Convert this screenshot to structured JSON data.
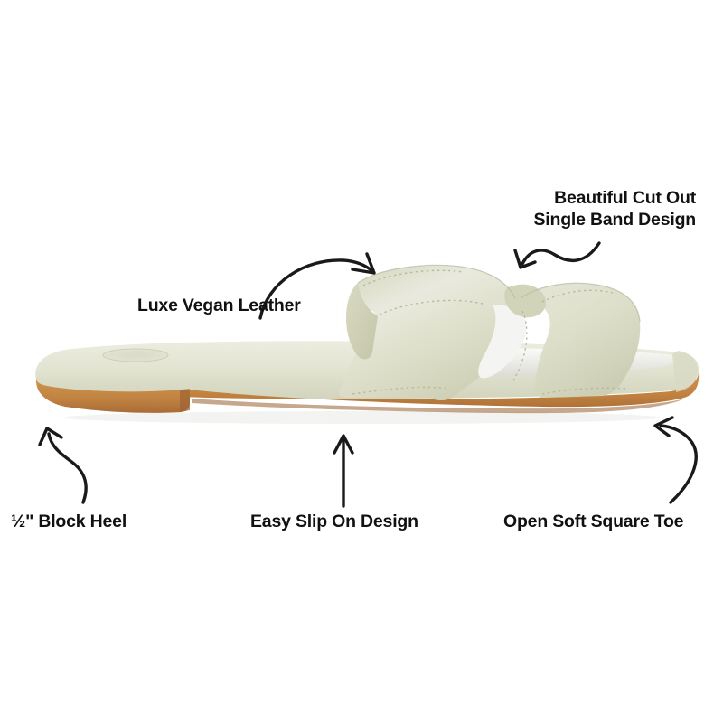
{
  "image": {
    "subject": "sage-green-slide-sandal",
    "view": "side-profile-right-facing",
    "background_color": "#ffffff"
  },
  "colors": {
    "background": "#ffffff",
    "upper_band": "#dfe0cd",
    "upper_band_shade": "#c9cbb2",
    "upper_band_highlight": "#ecede0",
    "footbed": "#e0e0cf",
    "footbed_inner": "#f2f2ef",
    "outsole_tan": "#c8884f",
    "outsole_tan_dark": "#a96d3b",
    "stitching": "#b9bba4",
    "annotation_text": "#111111",
    "arrow_stroke": "#1a1a1a"
  },
  "annotations": [
    {
      "id": "cut-out-single-band",
      "lines": [
        "Beautiful Cut Out",
        "Single Band Design"
      ],
      "arrow": "s-curve-down-left",
      "points_at": "upper-band-cutout"
    },
    {
      "id": "luxe-vegan-leather",
      "lines": [
        "Luxe Vegan Leather"
      ],
      "arrow": "arc-up-right",
      "points_at": "upper-band-surface"
    },
    {
      "id": "block-heel",
      "lines": [
        "½\" Block Heel"
      ],
      "arrow": "s-curve-up-left",
      "points_at": "heel-block"
    },
    {
      "id": "easy-slip-on-design",
      "lines": [
        "Easy Slip On Design"
      ],
      "arrow": "straight-up",
      "points_at": "outsole-midfoot"
    },
    {
      "id": "open-soft-square-toe",
      "lines": [
        "Open Soft Square Toe"
      ],
      "arrow": "c-curve-up-left",
      "points_at": "square-toe"
    }
  ],
  "labels": {
    "cutout_line1": "Beautiful Cut Out",
    "cutout_line2": "Single Band Design",
    "leather": "Luxe Vegan Leather",
    "heel": "½\" Block Heel",
    "slipon": "Easy Slip On Design",
    "toe": "Open Soft Square Toe"
  }
}
